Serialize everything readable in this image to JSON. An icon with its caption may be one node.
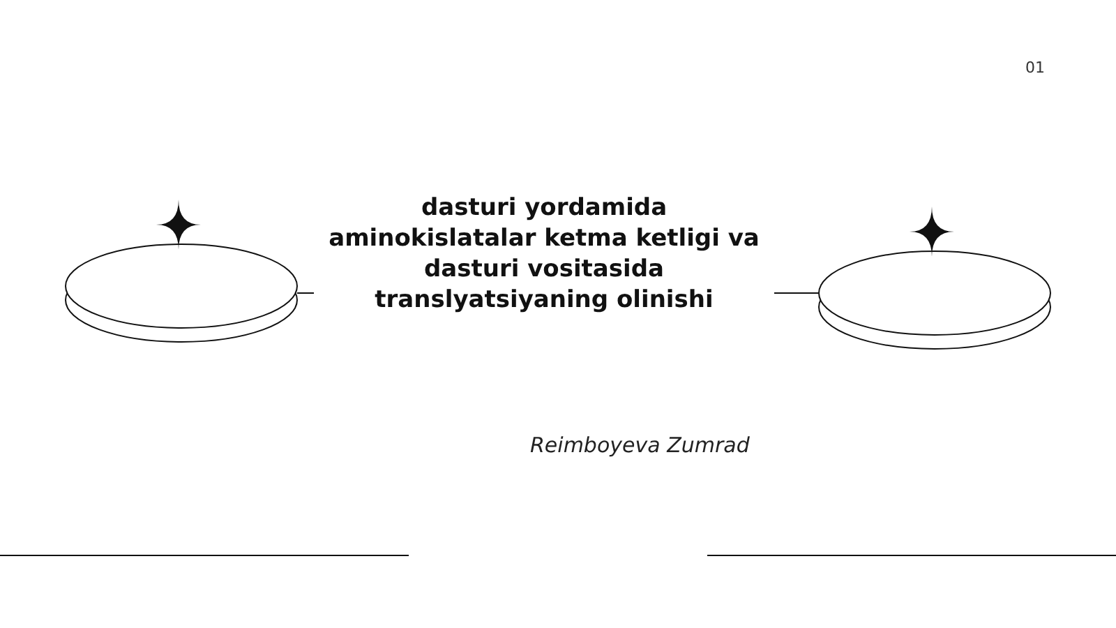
{
  "diagram": {
    "title": "dasturi yordamida aminokislatalar ketma ketligi va dasturi vositasida translyatsiyaning olinishi",
    "nodes": [
      {
        "text": [],
        "shape": "ellipse"
      },
      {
        "text": [],
        "shape": "ellipse"
      }
    ],
    "edges": [
      {
        "from": 0,
        "to": 1,
        "arrow": "none"
      }
    ],
    "labels": [
      "01",
      "Reimboyeva Zumrad"
    ]
  }
}
